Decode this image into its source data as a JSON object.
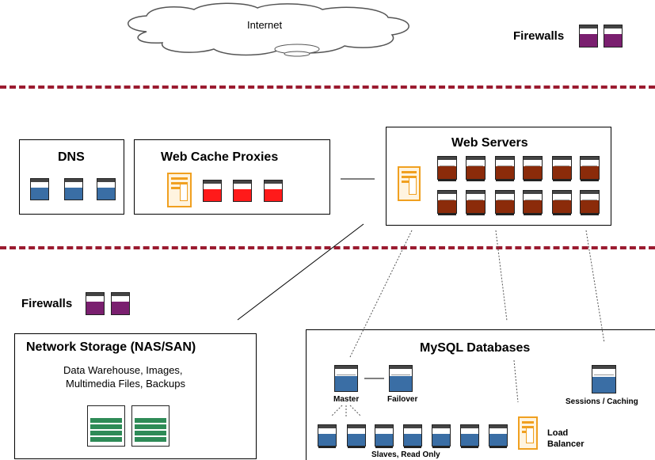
{
  "cloud": {
    "label": "Internet"
  },
  "firewalls_top": {
    "label": "Firewalls"
  },
  "firewalls_mid": {
    "label": "Firewalls"
  },
  "dns": {
    "title": "DNS"
  },
  "cache": {
    "title": "Web Cache Proxies"
  },
  "web": {
    "title": "Web Servers"
  },
  "storage": {
    "title": "Network Storage (NAS/SAN)",
    "line1": "Data Warehouse, Images,",
    "line2": "Multimedia Files, Backups"
  },
  "mysql": {
    "title": "MySQL Databases",
    "master": "Master",
    "failover": "Failover",
    "sessions": "Sessions / Caching",
    "load1": "Load",
    "load2": "Balancer",
    "slaves": "Slaves, Read Only"
  },
  "colors": {
    "separator": "#9b1b30",
    "firewall": "#7a1f6f",
    "dns_server": "#3a6ea5",
    "proxy_server": "#ff1a1a",
    "web_server": "#8b2b0a",
    "db_server": "#3a6ea5",
    "storage": "#2e8b57",
    "tower": "#f0a020"
  }
}
